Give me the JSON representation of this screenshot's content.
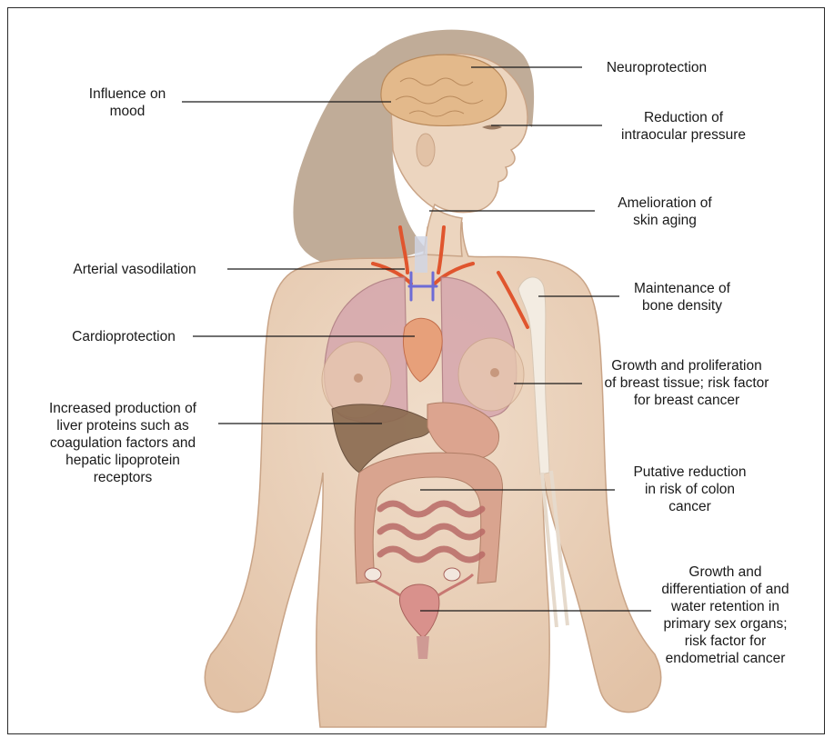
{
  "labels": {
    "influence_mood": "Influence on\nmood",
    "arterial_vasodilation": "Arterial vasodilation",
    "cardioprotection": "Cardioprotection",
    "liver_proteins": "Increased production of\nliver proteins such as\ncoagulation factors and\nhepatic lipoprotein\nreceptors",
    "neuroprotection": "Neuroprotection",
    "intraocular": "Reduction of\nintraocular pressure",
    "skin_aging": "Amelioration of\nskin aging",
    "bone_density": "Maintenance of\nbone density",
    "breast_tissue": "Growth and proliferation\nof breast tissue; risk factor\nfor breast cancer",
    "colon_cancer": "Putative reduction\nin risk of colon\ncancer",
    "sex_organs": "Growth and\ndifferentiation of and\nwater retention in\nprimary sex organs;\nrisk factor for\nendometrial cancer"
  },
  "colors": {
    "skin": "#ead2bc",
    "skin_edge": "#c9a487",
    "hair": "#b49c86",
    "brain": "#e3b98b",
    "lung": "#d7a9ae",
    "liver": "#8a6a4f",
    "intestine": "#c98b86",
    "artery": "#e0552e",
    "vein": "#6d6bd6",
    "bone": "#f3ece2",
    "leader": "#1a1a1a"
  }
}
